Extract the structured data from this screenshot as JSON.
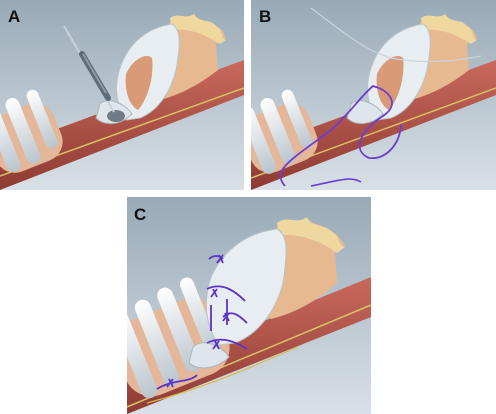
{
  "figure": {
    "panels": [
      {
        "label": "A"
      },
      {
        "label": "B"
      },
      {
        "label": "C"
      }
    ]
  },
  "colors": {
    "background_top": "#9fb0bc",
    "background_bottom": "#d6dde3",
    "muscle": "#b8544a",
    "cartilage": "#e9eef2",
    "mucosa": "#e3b08c",
    "fat": "#f0d9a3",
    "suture": "#6a3fd0",
    "nerve": "#d7b84e"
  }
}
